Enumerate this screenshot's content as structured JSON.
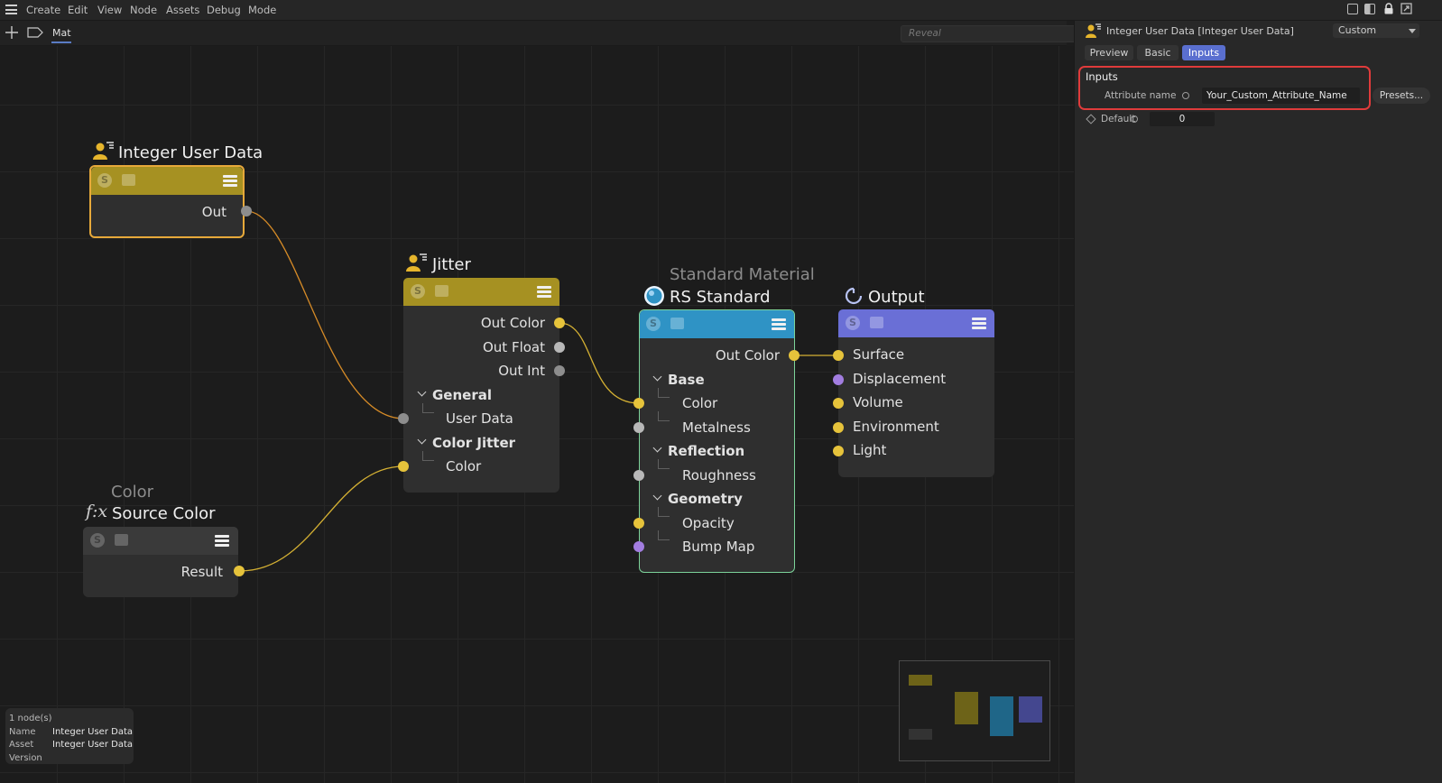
{
  "menubar": {
    "items": [
      "Create",
      "Edit",
      "View",
      "Node",
      "Assets",
      "Debug",
      "Mode"
    ]
  },
  "toolbar": {
    "tab": "Mat",
    "reveal_placeholder": "Reveal"
  },
  "nodes": {
    "integer_user_data": {
      "title": "Integer User Data",
      "outputs": [
        "Out"
      ],
      "color": "#a69122"
    },
    "jitter": {
      "title": "Jitter",
      "outputs": [
        "Out Color",
        "Out Float",
        "Out Int"
      ],
      "groups": [
        {
          "label": "General",
          "items": [
            "User Data"
          ]
        },
        {
          "label": "Color Jitter",
          "items": [
            "Color"
          ]
        }
      ],
      "color": "#a69122"
    },
    "rs_standard": {
      "subtitle": "Standard Material",
      "title": "RS Standard",
      "outputs": [
        "Out Color"
      ],
      "groups": [
        {
          "label": "Base",
          "items": [
            "Color",
            "Metalness"
          ]
        },
        {
          "label": "Reflection",
          "items": [
            "Roughness"
          ]
        },
        {
          "label": "Geometry",
          "items": [
            "Opacity",
            "Bump Map"
          ]
        }
      ],
      "color": "#2f93c5"
    },
    "output": {
      "title": "Output",
      "inputs": [
        "Surface",
        "Displacement",
        "Volume",
        "Environment",
        "Light"
      ],
      "color": "#6a6fd6"
    },
    "source_color": {
      "subtitle": "Color",
      "title": "Source Color",
      "prefix": "f:x",
      "outputs": [
        "Result"
      ],
      "color": "#3a3a3a"
    }
  },
  "status": {
    "count": "1 node(s)",
    "name_label": "Name",
    "name_value": "Integer User Data",
    "asset_label": "Asset",
    "asset_value": "Integer User Data",
    "version_label": "Version"
  },
  "panel": {
    "title": "Integer User Data [Integer User Data]",
    "mode": "Custom",
    "tabs": [
      "Preview",
      "Basic",
      "Inputs"
    ],
    "active_tab": "Inputs",
    "section": "Inputs",
    "attribute_label": "Attribute name",
    "attribute_value": "Your_Custom_Attribute_Name",
    "presets_label": "Presets...",
    "default_label": "Default",
    "default_value": "0"
  }
}
